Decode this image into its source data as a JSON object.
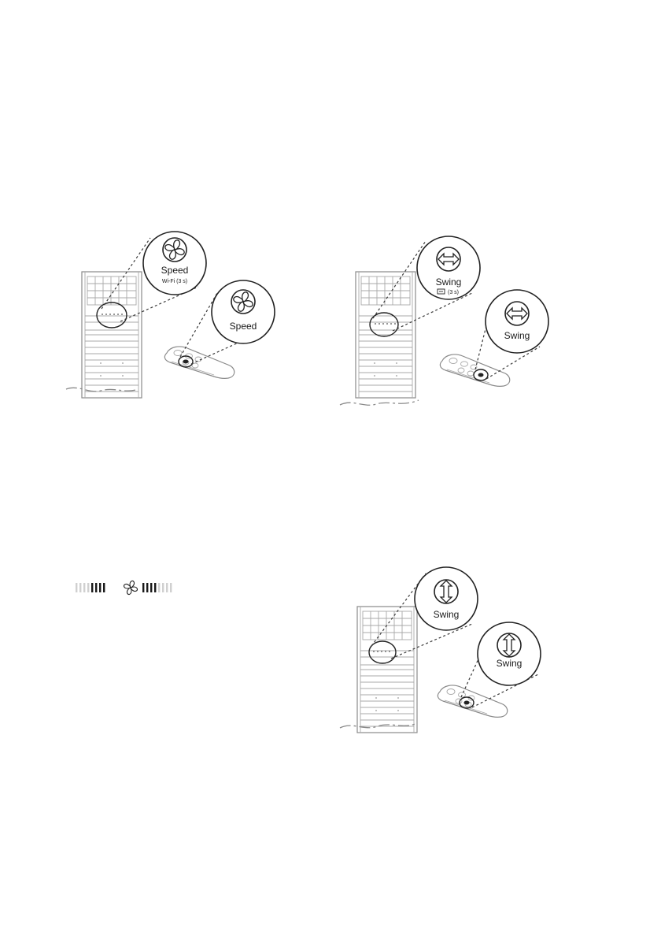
{
  "panels": [
    {
      "id": "speed",
      "callout_main": "Speed",
      "callout_sub": "Wi-Fi (3 s)",
      "remote_callout": "Speed",
      "icon": "fan-icon"
    },
    {
      "id": "swing-horizontal",
      "callout_main": "Swing",
      "callout_sub": "(3 s)",
      "remote_callout": "Swing",
      "icon": "left-right-arrow-icon"
    },
    {
      "id": "swing-vertical",
      "callout_main": "Swing",
      "callout_sub": "",
      "remote_callout": "Swing",
      "icon": "up-down-arrow-icon"
    }
  ],
  "speed_indicator": {
    "icon": "fan-icon",
    "left_bars": {
      "total": 8,
      "active": 4
    },
    "right_bars": {
      "total": 8,
      "active": 4
    }
  }
}
